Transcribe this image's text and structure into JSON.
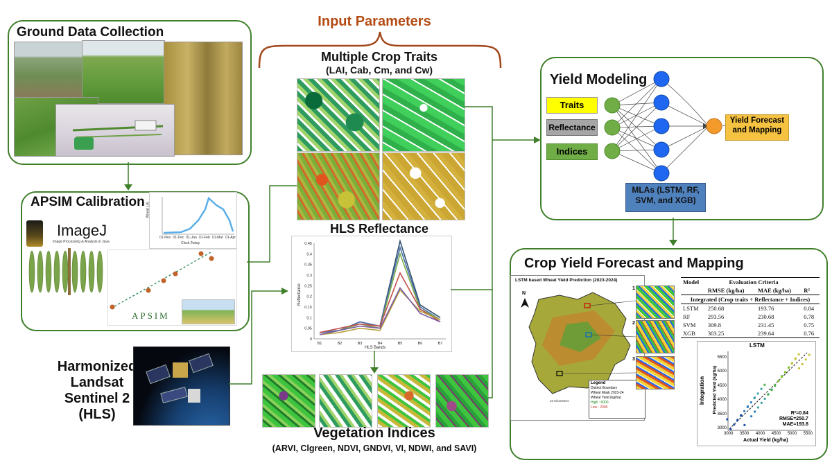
{
  "header": {
    "title": "Input Parameters",
    "title_color": "#b34a12"
  },
  "ground": {
    "title": "Ground Data Collection"
  },
  "apsim": {
    "title": "APSIM Calibration",
    "imagej_title": "ImageJ",
    "imagej_sub": "Image Processing & Analysis in Java",
    "lai_ylabel": "Wheat LAI",
    "lai_xticks": [
      "01-Nov",
      "01-Dec",
      "01-Jan",
      "01-Feb",
      "01-Mar",
      "01-Apr"
    ],
    "lai_xlabel": "Clock.Today",
    "apsim_logo": "APSIM"
  },
  "hls": {
    "title_lines": [
      "Harmonized",
      "Landsat",
      "Sentinel 2",
      "(HLS)"
    ]
  },
  "traits": {
    "title": "Multiple Crop Traits",
    "subtitle": "(LAI, Cab, Cm, and Cw)"
  },
  "reflectance": {
    "title": "HLS Reflectance",
    "ylabel": "Reflectance",
    "xlabel": "HLS Bands",
    "yticks": [
      "0",
      "0.05",
      "0.1",
      "0.15",
      "0.2",
      "0.25",
      "0.3",
      "0.35",
      "0.4",
      "0.45"
    ],
    "xticks": [
      "B1",
      "B2",
      "B3",
      "B4",
      "B5",
      "B6",
      "B7"
    ]
  },
  "chart_data": {
    "type": "line",
    "xlabel": "HLS Bands",
    "ylabel": "Reflectance",
    "categories": [
      "B1",
      "B2",
      "B3",
      "B4",
      "B5",
      "B6",
      "B7"
    ],
    "ylim": [
      0,
      0.45
    ],
    "series": [
      {
        "color": "#2f4f6f",
        "values": [
          0.03,
          0.04,
          0.08,
          0.06,
          0.46,
          0.16,
          0.1
        ]
      },
      {
        "color": "#4a6fa5",
        "values": [
          0.03,
          0.04,
          0.08,
          0.06,
          0.43,
          0.15,
          0.09
        ]
      },
      {
        "color": "#7fae4a",
        "values": [
          0.02,
          0.04,
          0.07,
          0.05,
          0.4,
          0.14,
          0.09
        ]
      },
      {
        "color": "#c0504d",
        "values": [
          0.03,
          0.05,
          0.07,
          0.06,
          0.31,
          0.14,
          0.08
        ]
      },
      {
        "color": "#b7a23a",
        "values": [
          0.02,
          0.03,
          0.05,
          0.04,
          0.23,
          0.13,
          0.09
        ]
      },
      {
        "color": "#7a5aa6",
        "values": [
          0.02,
          0.04,
          0.06,
          0.05,
          0.24,
          0.12,
          0.08
        ]
      }
    ]
  },
  "vi": {
    "title": "Vegetation Indices",
    "subtitle": "(ARVI, Clgreen, NDVI, GNDVI, VI, NDWI, and SAVI)"
  },
  "model": {
    "title": "Yield Modeling",
    "inputs": [
      "Traits",
      "Reflectance",
      "Indices"
    ],
    "input_colors": [
      "#ffff00",
      "#a6a6a6",
      "#70ad47"
    ],
    "output": "Yield Forecast and Mapping",
    "output_color": "#f5c242",
    "mla": "MLAs (LSTM, RF, SVM, and XGB)",
    "mla_color": "#4f81bd"
  },
  "forecast": {
    "title": "Crop Yield Forecast and Mapping",
    "map_title": "LSTM based Wheat Yield Prediction (2023-2024)",
    "legend_title": "Legend",
    "legend_items": [
      "District Boundary",
      "Wheat Mask 2023-24",
      "Wheat Yield (kg/ha)",
      "High : 6000",
      "Low : 2000"
    ],
    "km": "10 Kilometers",
    "north": "N",
    "insets": [
      "1",
      "2",
      "3"
    ]
  },
  "results": {
    "col_model": "Model",
    "col_criteria": "Evaluation Criteria",
    "col_rmse": "RMSE (kg/ha)",
    "col_mae": "MAE (kg/ha)",
    "col_r2": "R²",
    "subheader": "Integrated (Crop traits + Reflectance + Indices)",
    "rows": [
      {
        "model": "LSTM",
        "rmse": "250.68",
        "mae": "193.76",
        "r2": "0.84"
      },
      {
        "model": "RF",
        "rmse": "293.56",
        "mae": "230.68",
        "r2": "0.78"
      },
      {
        "model": "SVM",
        "rmse": "309.8",
        "mae": "231.45",
        "r2": "0.75"
      },
      {
        "model": "XGB",
        "rmse": "303.25",
        "mae": "239.64",
        "r2": "0.76"
      }
    ]
  },
  "scatter": {
    "title": "LSTM",
    "ylabel_bold": "Integration",
    "ylabel": "Predicted Yield (kg/ha)",
    "xlabel": "Actual Yield (kg/ha)",
    "xticks": [
      "3000",
      "3500",
      "4000",
      "4500",
      "5000",
      "5500"
    ],
    "yticks": [
      "3000",
      "3500",
      "4000",
      "4500",
      "5000",
      "5500"
    ],
    "stat_r2": "R²=0.84",
    "stat_rmse": "RMSE=250.7",
    "stat_mae": "MAE=193.8"
  }
}
